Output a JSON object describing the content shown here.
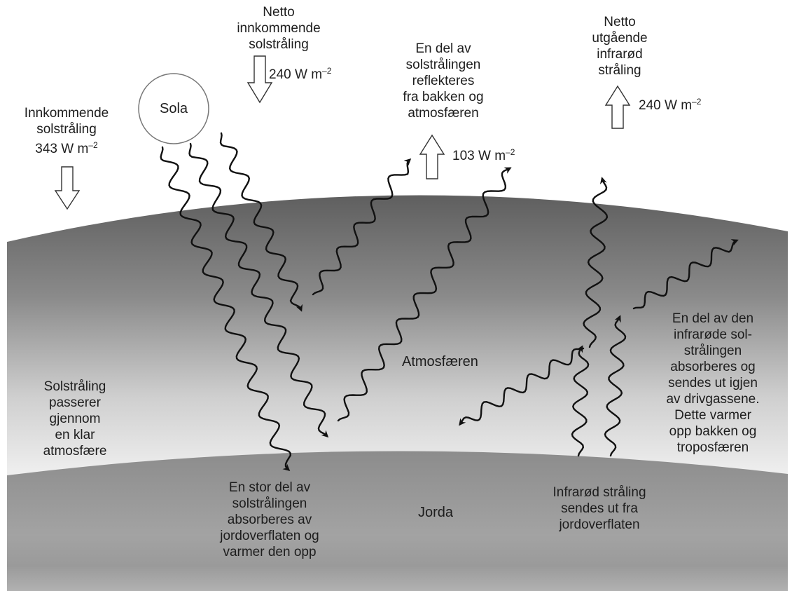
{
  "incoming": {
    "lines": [
      "Innkommende",
      "solstråling"
    ],
    "value": "343 W m",
    "exp": "–2"
  },
  "net_incoming": {
    "lines": [
      "Netto",
      "innkommende",
      "solstråling"
    ],
    "value": "240 W m",
    "exp": "–2"
  },
  "reflected": {
    "lines": [
      "En del av",
      "solstrålingen",
      "reflekteres",
      "fra bakken og",
      "atmosfæren"
    ],
    "value": "103 W m",
    "exp": "–2"
  },
  "net_outgoing": {
    "lines": [
      "Netto",
      "utgående",
      "infrarød",
      "stråling"
    ],
    "value": "240 W m",
    "exp": "–2"
  },
  "sun": {
    "label": "Sola"
  },
  "atmosphere": {
    "label": "Atmosfæren"
  },
  "earth": {
    "label": "Jorda"
  },
  "clear_atmosphere": {
    "lines": [
      "Solstråling",
      "passerer",
      "gjennom",
      "en klar",
      "atmosfære"
    ]
  },
  "absorbed_surface": {
    "lines": [
      "En stor del av",
      "solstrålingen",
      "absorberes av",
      "jordoverflaten og",
      "varmer den opp"
    ]
  },
  "infrared_emitted": {
    "lines": [
      "Infrarød stråling",
      "sendes ut fra",
      "jordoverflaten"
    ]
  },
  "greenhouse": {
    "lines": [
      "En del av den",
      "infrarøde sol-",
      "strålingen",
      "absorberes og",
      "sendes ut igjen",
      "av drivgassene.",
      "Dette varmer",
      "opp bakken og",
      "troposfæren"
    ]
  }
}
